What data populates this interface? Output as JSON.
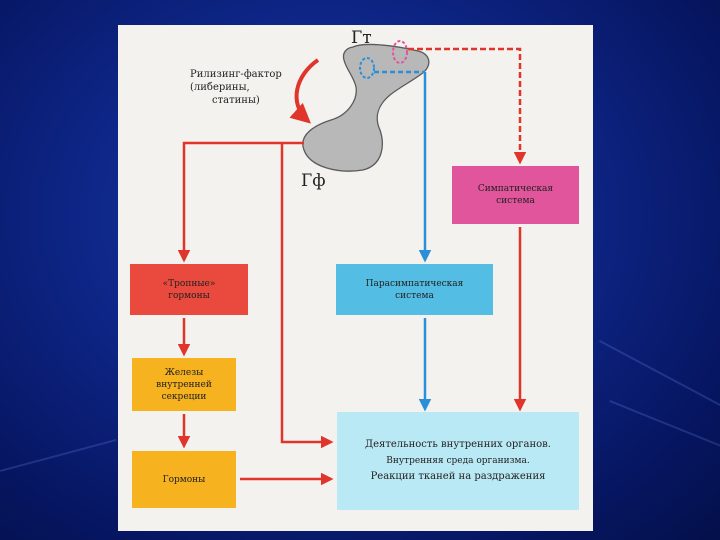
{
  "labels": {
    "hypothalamus": "Гт",
    "pituitary": "Гф",
    "releasing_line1": "Рилизинг-фактор",
    "releasing_line2": "(либерины,",
    "releasing_line3": "статины)"
  },
  "boxes": {
    "sympathetic": {
      "line1": "Симпатическая",
      "line2": "система"
    },
    "parasympathetic": {
      "line1": "Парасимпатическая",
      "line2": "система"
    },
    "tropic": {
      "line1": "«Тропные»",
      "line2": "гормоны"
    },
    "glands": {
      "line1": "Железы",
      "line2": "внутренней",
      "line3": "секреции"
    },
    "hormones": {
      "line1": "Гормоны"
    },
    "organs": {
      "line1": "Деятельность внутренних органов.",
      "line2": "Внутренняя среда организма.",
      "line3": "Реакции тканей на раздражения"
    }
  },
  "colors": {
    "red_arrow": "#e0352b",
    "blue_arrow": "#2a8fd6",
    "magenta": "#e0559b",
    "cyan": "#54bde4",
    "red_box": "#ea4a3d",
    "orange_box": "#f6b21f",
    "light_cyan": "#b9e9f4"
  }
}
